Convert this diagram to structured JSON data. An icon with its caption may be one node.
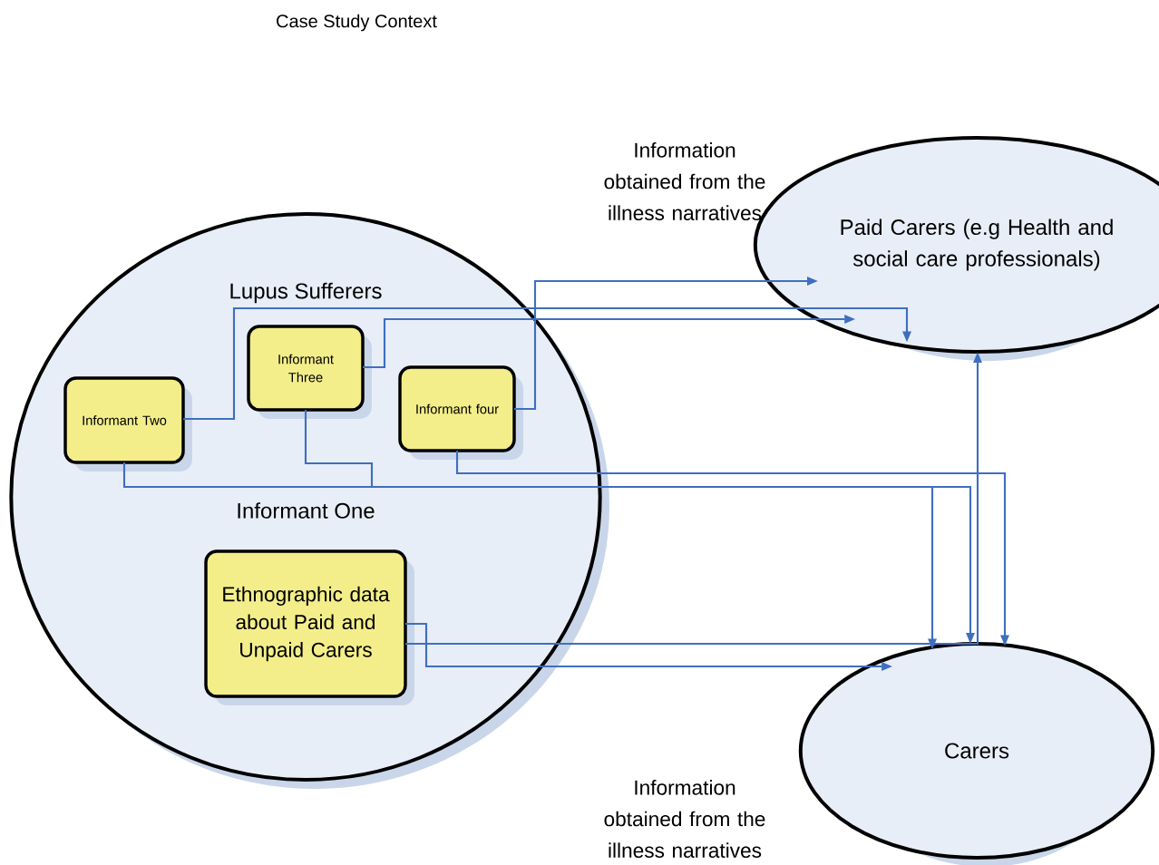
{
  "diagram": {
    "title": "Case Study Context",
    "nodes": [
      {
        "text": [
          "Lupus Sufferers",
          "Informant One"
        ]
      },
      {
        "text": [
          "Informant Two"
        ],
        "in": 0
      },
      {
        "text": [
          "Informant Three"
        ],
        "in": 0
      },
      {
        "text": [
          "Informant four"
        ],
        "in": 0
      },
      {
        "text": [
          "Ethnographic data about Paid and Unpaid Carers"
        ],
        "in": 0
      },
      {
        "text": [
          "Paid Carers (e.g Health and social care professionals)"
        ]
      },
      {
        "text": [
          "Carers"
        ]
      }
    ],
    "edges": [
      {
        "from": 1,
        "to": 5,
        "arrow": "to"
      },
      {
        "from": 2,
        "to": 5,
        "arrow": "to"
      },
      {
        "from": 3,
        "to": 5,
        "arrow": "to"
      },
      {
        "from": 1,
        "to": 6,
        "arrow": "to"
      },
      {
        "from": 2,
        "to": 6,
        "arrow": "to"
      },
      {
        "from": 3,
        "to": 6,
        "arrow": "to"
      },
      {
        "from": 4,
        "to": 5,
        "arrow": "to"
      },
      {
        "from": 4,
        "to": 6,
        "arrow": "to"
      }
    ],
    "labels": [
      "Information obtained from the illness narratives",
      "Information obtained from the illness narratives"
    ]
  }
}
